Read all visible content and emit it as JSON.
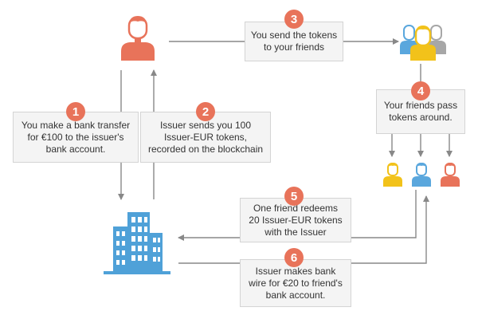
{
  "colors": {
    "accent": "#e8735a",
    "arrow": "#888888",
    "building": "#4fa1d8",
    "person_yellow": "#f2c21a",
    "person_blue": "#5aa7dd",
    "person_red": "#e8735a",
    "person_gray": "#a7a7a7",
    "box_bg": "#f4f4f4",
    "box_border": "#d4d4d4"
  },
  "icons": {
    "you": "person-icon",
    "friends_group": "group-icon",
    "friend_1": "person-icon",
    "friend_2": "person-icon",
    "friend_3": "person-icon",
    "issuer": "building-icon"
  },
  "steps": [
    {
      "number": "1",
      "text": "You make a bank transfer\nfor €100 to the issuer's\nbank account."
    },
    {
      "number": "2",
      "text": "Issuer sends you 100\nIssuer-EUR tokens,\nrecorded on the blockchain"
    },
    {
      "number": "3",
      "text": "You send the tokens\nto your friends"
    },
    {
      "number": "4",
      "text": "Your friends pass\ntokens around."
    },
    {
      "number": "5",
      "text": "One friend redeems\n20 Issuer-EUR tokens\nwith the Issuer"
    },
    {
      "number": "6",
      "text": "Issuer makes bank\nwire for €20 to friend's\nbank account."
    }
  ]
}
